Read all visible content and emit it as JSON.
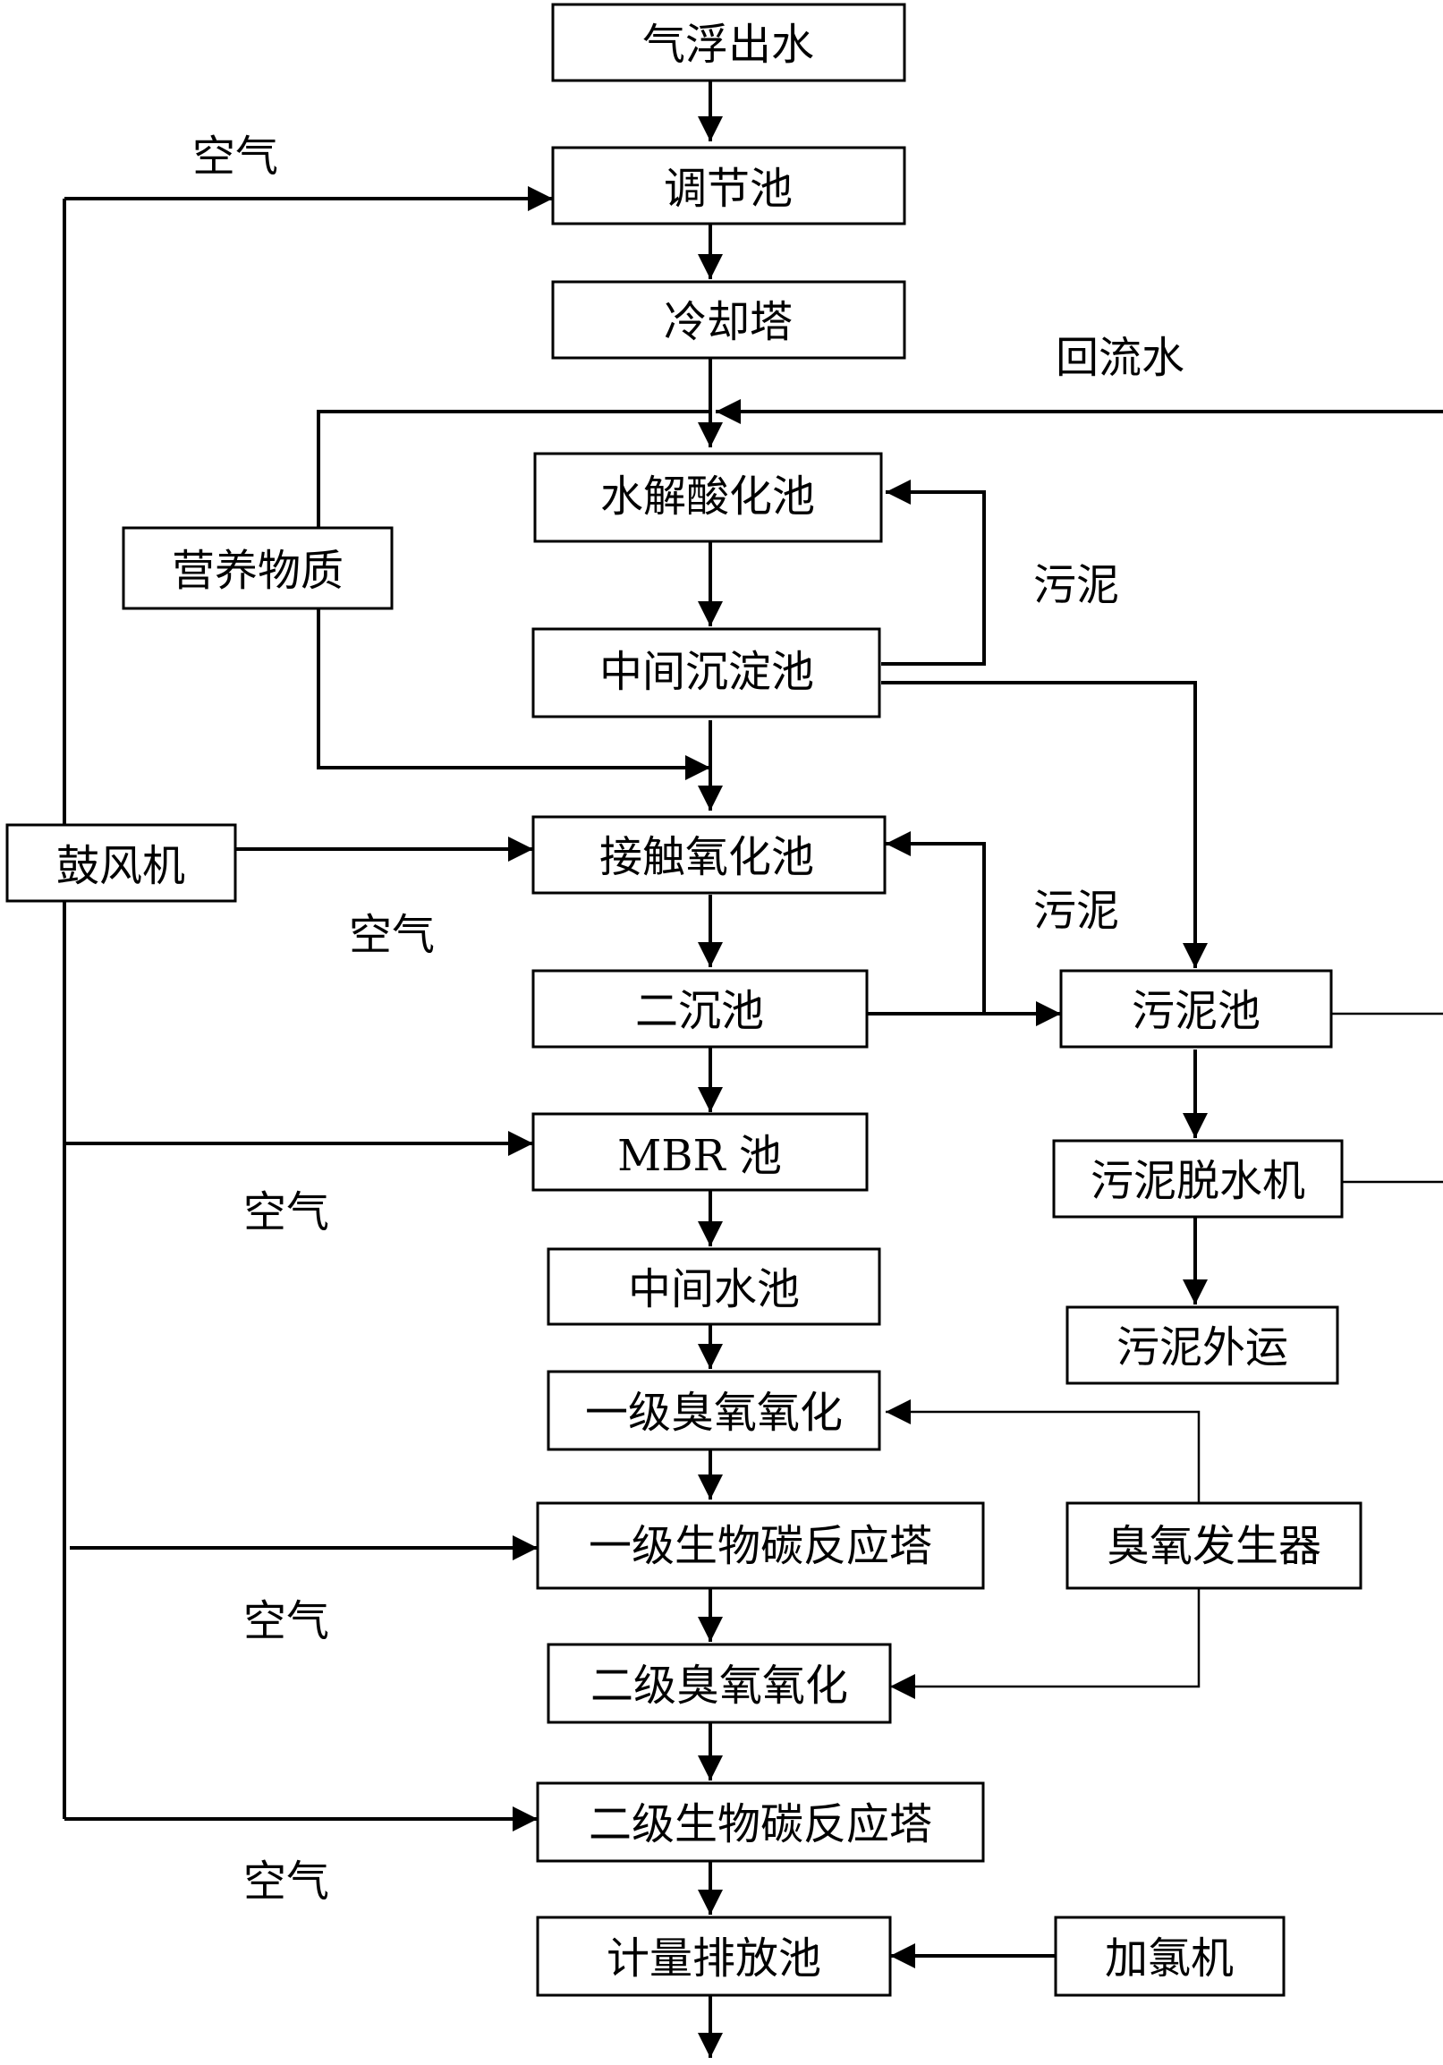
{
  "boxes": {
    "flotation_effluent": "气浮出水",
    "equalization_tank": "调节池",
    "cooling_tower": "冷却塔",
    "hydrolysis_acidification_tank": "水解酸化池",
    "intermediate_settling_tank": "中间沉淀池",
    "nutrients": "营养物质",
    "blower": "鼓风机",
    "contact_oxidation_tank": "接触氧化池",
    "secondary_clarifier": "二沉池",
    "sludge_tank": "污泥池",
    "mbr_tank": "MBR 池",
    "sludge_dewatering_machine": "污泥脱水机",
    "intermediate_water_tank": "中间水池",
    "sludge_haul_out": "污泥外运",
    "primary_ozonation": "一级臭氧氧化",
    "primary_bio_carbon_tower": "一级生物碳反应塔",
    "ozone_generator": "臭氧发生器",
    "secondary_ozonation": "二级臭氧氧化",
    "secondary_bio_carbon_tower": "二级生物碳反应塔",
    "metering_discharge_tank": "计量排放池",
    "chlorinator": "加氯机"
  },
  "notes": {
    "air_1": "空气",
    "return_water": "回流水",
    "sludge_1": "污泥",
    "air_2": "空气",
    "sludge_2": "污泥",
    "air_3": "空气",
    "air_4": "空气",
    "air_5": "空气"
  }
}
